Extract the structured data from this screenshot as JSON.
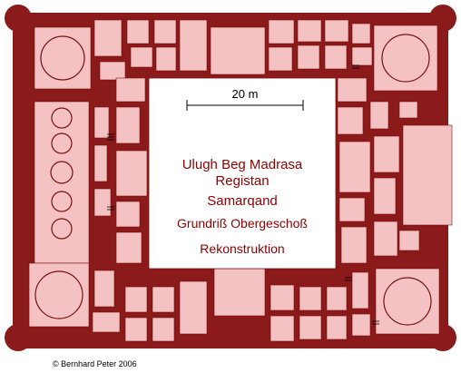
{
  "colors": {
    "wall": "#8b1a1a",
    "room": "#f4c2c2",
    "courtyard": "#ffffff",
    "text": "#8b0000",
    "scale": "#000000"
  },
  "scale_label": "20 m",
  "title_lines": [
    "Ulugh Beg Madrasa",
    "Registan",
    "Samarqand",
    "Grundriß  Obergeschoß",
    "Rekonstruktion"
  ],
  "copyright": "© Bernhard Peter 2006"
}
